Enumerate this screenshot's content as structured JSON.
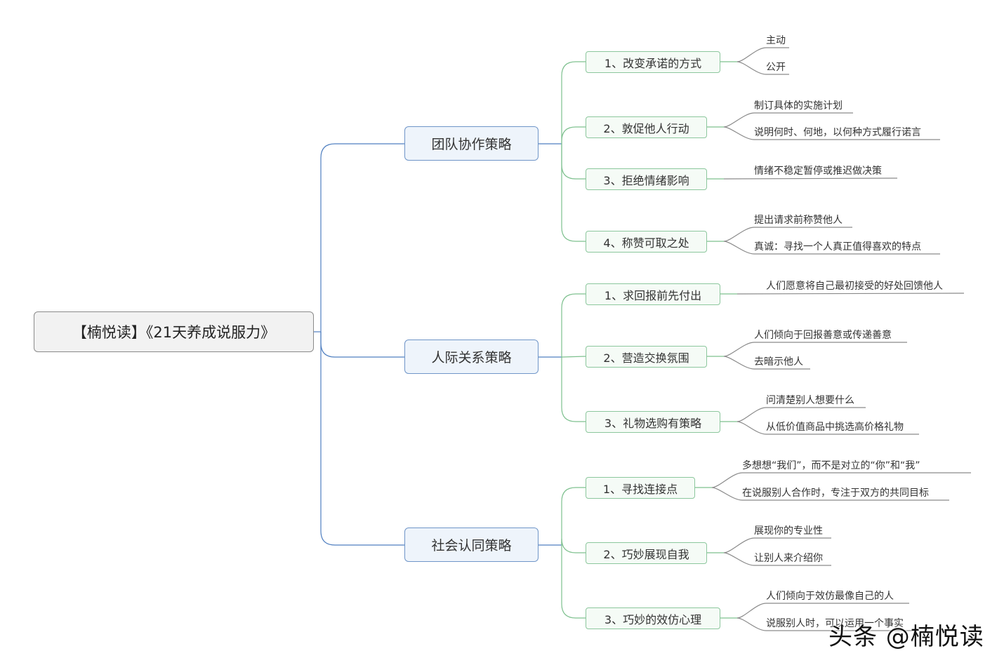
{
  "root": {
    "label": "【楠悦读】《21天养成说服力》"
  },
  "branches": [
    {
      "label": "团队协作策略",
      "children": [
        {
          "label": "1、改变承诺的方式",
          "leaves": [
            "主动",
            "公开"
          ]
        },
        {
          "label": "2、敦促他人行动",
          "leaves": [
            "制订具体的实施计划",
            "说明何时、何地，以何种方式履行诺言"
          ]
        },
        {
          "label": "3、拒绝情绪影响",
          "leaves": [
            "情绪不稳定暂停或推迟做决策"
          ]
        },
        {
          "label": "4、称赞可取之处",
          "leaves": [
            "提出请求前称赞他人",
            "真诚：寻找一个人真正值得喜欢的特点"
          ]
        }
      ]
    },
    {
      "label": "人际关系策略",
      "children": [
        {
          "label": "1、求回报前先付出",
          "leaves": [
            "人们愿意将自己最初接受的好处回馈他人"
          ]
        },
        {
          "label": "2、营造交换氛围",
          "leaves": [
            "人们倾向于回报善意或传递善意",
            "去暗示他人"
          ]
        },
        {
          "label": "3、礼物选购有策略",
          "leaves": [
            "问清楚别人想要什么",
            "从低价值商品中挑选高价格礼物"
          ]
        }
      ]
    },
    {
      "label": "社会认同策略",
      "children": [
        {
          "label": "1、寻找连接点",
          "leaves": [
            "多想想“我们”，而不是对立的“你”和“我”",
            "在说服别人合作时，专注于双方的共同目标"
          ]
        },
        {
          "label": "2、巧妙展现自我",
          "leaves": [
            "展现你的专业性",
            "让别人来介绍你"
          ]
        },
        {
          "label": "3、巧妙的效仿心理",
          "leaves": [
            "人们倾向于效仿最像自己的人",
            "说服别人时，可以运用一个事实"
          ]
        }
      ]
    }
  ],
  "watermark": "头条 @楠悦读",
  "colors": {
    "root_line": "#4f7fc0",
    "branch_line": "#7dc08e",
    "leaf_line": "#8a8a8a"
  }
}
